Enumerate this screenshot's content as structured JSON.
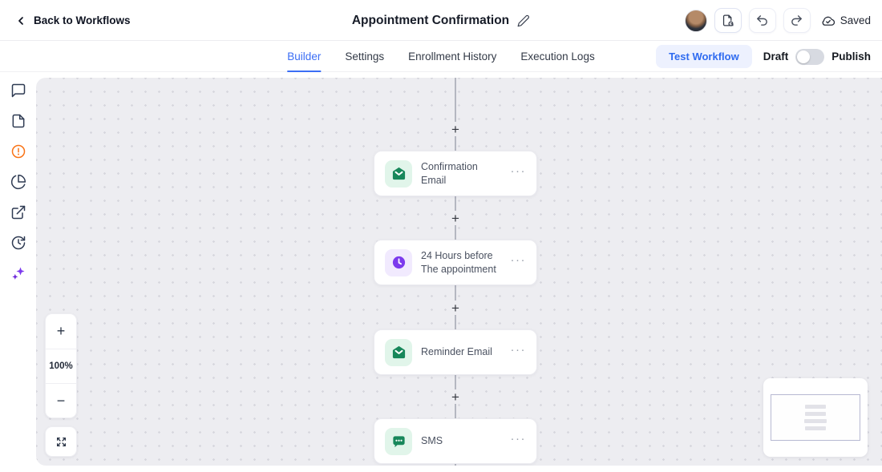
{
  "header": {
    "back_label": "Back to Workflows",
    "title": "Appointment Confirmation",
    "saved_label": "Saved"
  },
  "tabs": [
    {
      "label": "Builder",
      "active": true
    },
    {
      "label": "Settings",
      "active": false
    },
    {
      "label": "Enrollment History",
      "active": false
    },
    {
      "label": "Execution Logs",
      "active": false
    }
  ],
  "actions": {
    "test_workflow_label": "Test Workflow",
    "draft_label": "Draft",
    "publish_label": "Publish",
    "publish_toggle_state": "off"
  },
  "tool_sidebar": {
    "icons": [
      "comment-icon",
      "document-icon",
      "alert-circle-icon",
      "pie-chart-icon",
      "external-link-icon",
      "history-icon",
      "ai-sparkles-icon"
    ]
  },
  "canvas": {
    "zoom_level": "100%",
    "zoom_in_label": "+",
    "zoom_out_label": "−",
    "add_step_label": "+",
    "node_menu_label": "···",
    "nodes": [
      {
        "label": "Confirmation Email",
        "type": "email",
        "icon": "mail-open-icon"
      },
      {
        "label": "24 Hours before The appointment",
        "type": "delay",
        "icon": "clock-icon"
      },
      {
        "label": "Reminder Email",
        "type": "email",
        "icon": "mail-open-icon"
      },
      {
        "label": "SMS",
        "type": "sms",
        "icon": "sms-bubble-icon"
      }
    ]
  },
  "colors": {
    "accent_blue": "#3b6ef5",
    "node_green": "#178a56",
    "node_green_bg": "#e1f5ea",
    "node_purple": "#7c3aed",
    "node_purple_bg": "#f1eafe",
    "alert_orange": "#f97316",
    "canvas_bg": "#ededf1"
  }
}
